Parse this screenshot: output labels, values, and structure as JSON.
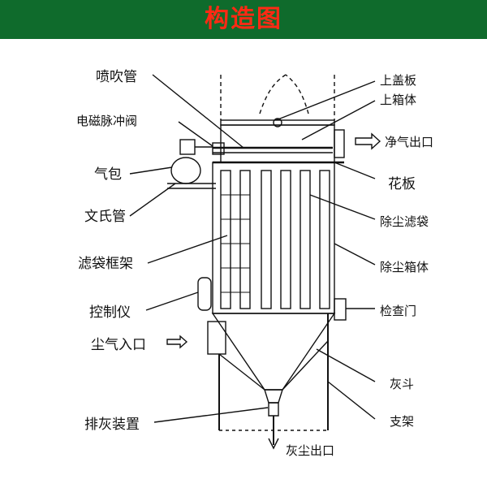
{
  "header": {
    "title": "构造图"
  },
  "labels_left": {
    "blow_pipe": "喷吹管",
    "pulse_valve": "电磁脉冲阀",
    "air_bag": "气包",
    "venturi": "文氏管",
    "bag_frame": "滤袋框架",
    "controller": "控制仪",
    "dust_inlet": "尘气入口",
    "ash_discharge": "排灰装置"
  },
  "labels_right": {
    "top_cover": "上盖板",
    "upper_box": "上箱体",
    "clean_outlet": "净气出口",
    "tube_sheet": "花板",
    "filter_bag": "除尘滤袋",
    "dust_box": "除尘箱体",
    "inspection_door": "检查门",
    "ash_hopper": "灰斗",
    "support": "支架",
    "ash_outlet": "灰尘出口"
  },
  "colors": {
    "header_bg": "#0f6b2c",
    "header_text": "#ff2a14",
    "line": "#111111"
  }
}
